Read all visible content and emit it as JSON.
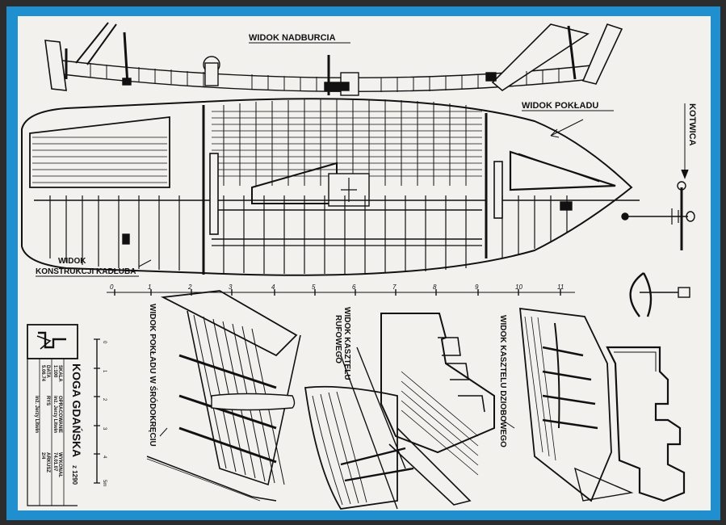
{
  "labels": {
    "widok_nadburcia": "WIDOK NADBURCIA",
    "widok_pokladu": "WIDOK POKŁADU",
    "kotwica": "KOTWICA",
    "widok_konstrukcji_1": "WIDOK",
    "widok_konstrukcji_2": "KONSTRUKCJI KADŁUBA",
    "widok_pokladu_srodokrecie": "WIDOK POKŁADU W ŚRÓDOKRĘCIU",
    "widok_kasztelu_rufowego_1": "WIDOK KASZTELU",
    "widok_kasztelu_rufowego_2": "RUFOWEGO",
    "widok_kasztelu_dziobowego": "WIDOK KASZTELU DZIOBOWEGO"
  },
  "frames": [
    "0",
    "1",
    "2",
    "3",
    "4",
    "5",
    "6",
    "7",
    "8",
    "9",
    "10",
    "11"
  ],
  "title_block": {
    "title": "KOGA GDAŃSKA",
    "subtitle": "z 1290",
    "col1_a": "SKALA",
    "col1_b": "1:100",
    "col1_c": "DATA",
    "col1_d": "5.06.74",
    "col2_a": "OPRACOWANIE",
    "col2_b": "inż. Jerzy Litwin",
    "col2_c": "RYS",
    "col2_d": "inż. Jerzy Litwin",
    "col3_a": "WYKONAŁ",
    "col3_b": "74.01.07",
    "col3_c": "ARKUSZ",
    "col3_d": "2/4",
    "scale_marks": [
      "0",
      "1",
      "2",
      "3",
      "4",
      "5m"
    ]
  },
  "colors": {
    "border": "#1f8fd0",
    "paper": "#f2f1ee",
    "ink": "#111111"
  }
}
